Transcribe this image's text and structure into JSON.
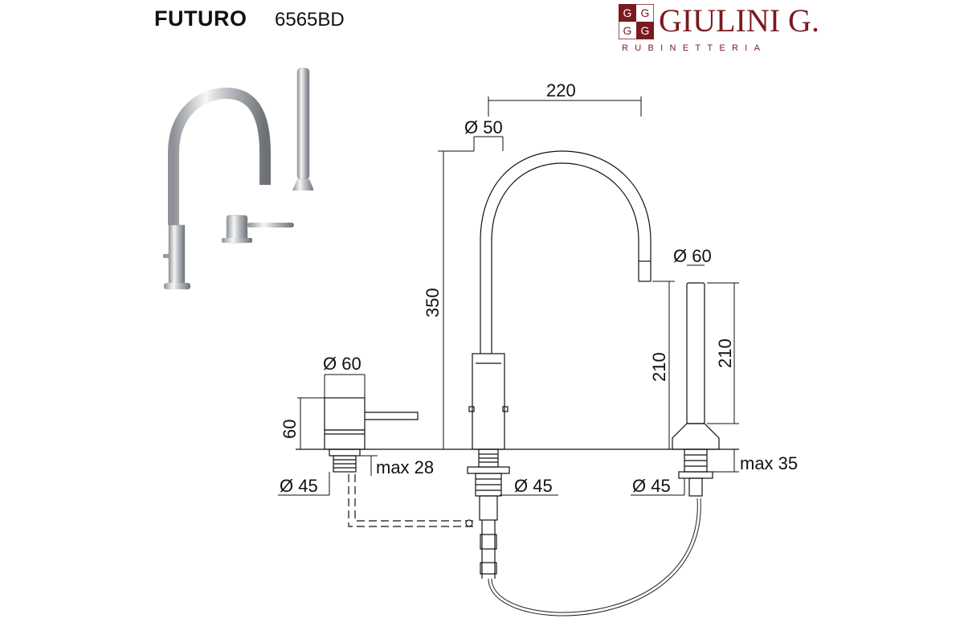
{
  "header": {
    "product_name": "FUTURO",
    "product_code": "6565BD"
  },
  "brand": {
    "name": "GIULINI G.",
    "subtitle": "RUBINETTERIA",
    "color": "#7a1a1f",
    "logo_letters": [
      "G",
      "G",
      "G",
      "G"
    ]
  },
  "dimensions": {
    "spout_reach": "220",
    "spout_diameter": "Ø 50",
    "spout_height": "350",
    "spout_outlet_height": "210",
    "handshower_diameter": "Ø 60",
    "handshower_length": "210",
    "mixer_diameter": "Ø 60",
    "mixer_height": "60",
    "mixer_max_deck": "max 28",
    "shower_max_deck": "max 35",
    "mixer_hole": "Ø 45",
    "spout_hole": "Ø 45",
    "shower_hole": "Ø 45"
  }
}
